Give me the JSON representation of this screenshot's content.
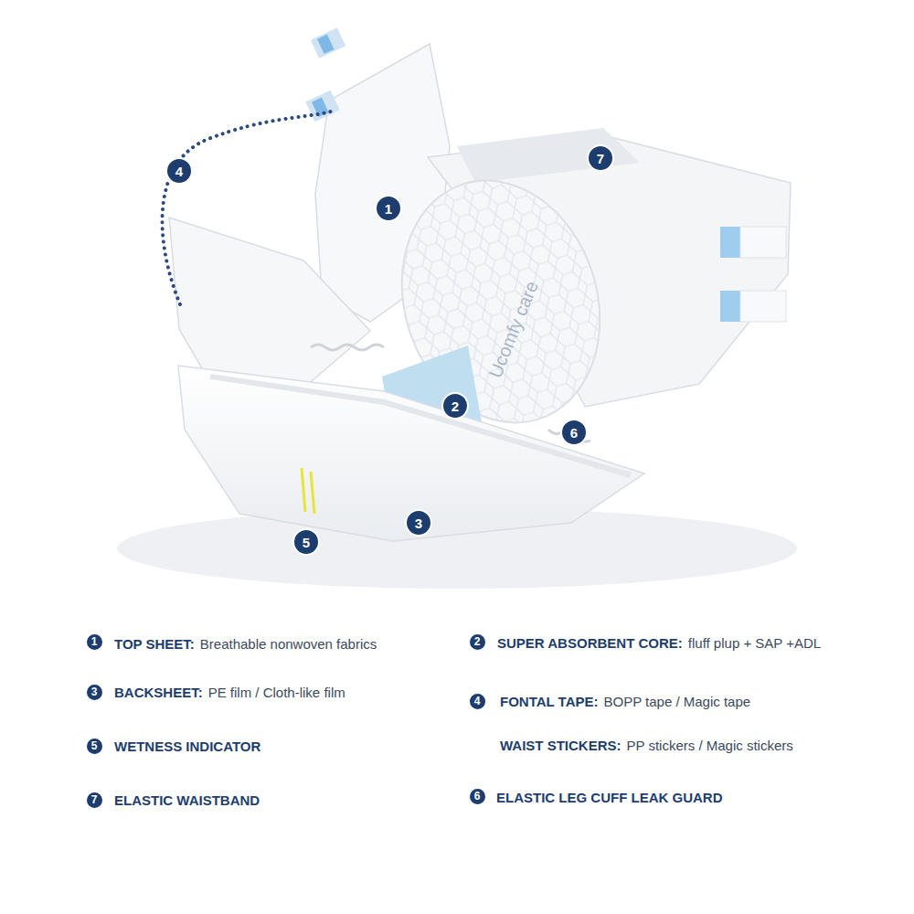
{
  "diagram": {
    "labels": [
      "4",
      "1",
      "7",
      "2",
      "6",
      "3",
      "5",
      "Ucomfy care",
      "1",
      "TOP SHEET:",
      "Breathable nonwoven fabrics",
      "2",
      "SUPER ABSORBENT CORE:",
      "fluff plup + SAP +ADL",
      "3",
      "BACKSHEET:",
      "PE film / Cloth-like film",
      "4",
      "FONTAL TAPE:",
      "BOPP tape / Magic tape",
      "WAIST STICKERS:",
      "PP stickers / Magic stickers",
      "5",
      "WETNESS INDICATOR",
      "7",
      "ELASTIC WAISTBAND",
      "6",
      "ELASTIC LEG CUFF LEAK GUARD"
    ]
  }
}
